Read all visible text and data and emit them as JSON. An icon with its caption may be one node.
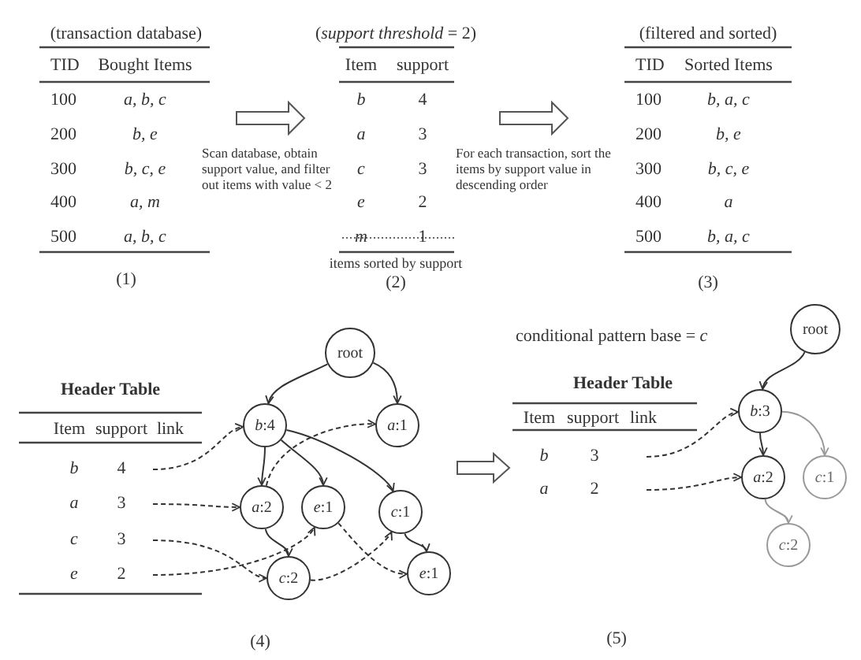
{
  "diagram": {
    "nodes": [
      {
        "text": [
          "root"
        ]
      },
      {
        "text": [
          "*b*:4"
        ]
      },
      {
        "text": [
          "*a*:1"
        ]
      },
      {
        "text": [
          "*a*:2"
        ]
      },
      {
        "text": [
          "*e*:1"
        ]
      },
      {
        "text": [
          "*c*:1"
        ]
      },
      {
        "text": [
          "*c*:2"
        ]
      },
      {
        "text": [
          "*e*:1"
        ]
      },
      {
        "text": [
          "root"
        ]
      },
      {
        "text": [
          "*b*:3"
        ]
      },
      {
        "text": [
          "*a*:2"
        ]
      },
      {
        "text": [
          "*c*:1"
        ]
      },
      {
        "text": [
          "*c*:2"
        ]
      }
    ],
    "edges": [
      {
        "from": 0,
        "to": 1,
        "arrow": "to"
      },
      {
        "from": 0,
        "to": 2,
        "arrow": "to"
      },
      {
        "from": 1,
        "to": 3,
        "arrow": "to"
      },
      {
        "from": 1,
        "to": 4,
        "arrow": "to"
      },
      {
        "from": 1,
        "to": 5,
        "arrow": "to"
      },
      {
        "from": 3,
        "to": 6,
        "arrow": "to"
      },
      {
        "from": 5,
        "to": 7,
        "arrow": "to"
      },
      {
        "from": null,
        "to": 1,
        "arrow": "to",
        "style": "dashed"
      },
      {
        "from": null,
        "to": 3,
        "arrow": "to",
        "style": "dashed"
      },
      {
        "from": 3,
        "to": 2,
        "arrow": "to",
        "style": "dashed"
      },
      {
        "from": null,
        "to": 6,
        "arrow": "to",
        "style": "dashed"
      },
      {
        "from": 6,
        "to": 5,
        "arrow": "to",
        "style": "dashed"
      },
      {
        "from": null,
        "to": 4,
        "arrow": "to",
        "style": "dashed"
      },
      {
        "from": 4,
        "to": 7,
        "arrow": "to",
        "style": "dashed"
      },
      {
        "from": 8,
        "to": 9,
        "arrow": "to"
      },
      {
        "from": 9,
        "to": 10,
        "arrow": "to"
      },
      {
        "from": 9,
        "to": 11,
        "arrow": "to",
        "color": "#999999"
      },
      {
        "from": 10,
        "to": 12,
        "arrow": "to",
        "color": "#999999"
      },
      {
        "from": null,
        "to": 9,
        "arrow": "to",
        "style": "dashed"
      },
      {
        "from": null,
        "to": 10,
        "arrow": "to",
        "style": "dashed"
      }
    ],
    "labels": [
      "(transaction database)",
      "TID",
      "Bought Items",
      "100",
      "a, b, c",
      "200",
      "b, e",
      "300",
      "b, c, e",
      "400",
      "a, m",
      "500",
      "a, b, c",
      "(1)",
      "Scan database, obtain support value, and filter out items with value < 2",
      "(*support threshold* = 2)",
      "Item",
      "support",
      "b",
      "4",
      "a",
      "3",
      "c",
      "3",
      "e",
      "2",
      "m",
      "1",
      "items sorted by support",
      "(2)",
      "For each transaction, sort the items by support value in descending order",
      "(filtered and sorted)",
      "TID",
      "Sorted Items",
      "100",
      "b, a, c",
      "200",
      "b, e",
      "300",
      "b, c, e",
      "400",
      "a",
      "500",
      "b, a, c",
      "(3)",
      "Header Table",
      "Item",
      "support",
      "link",
      "b",
      "4",
      "a",
      "3",
      "c",
      "3",
      "e",
      "2",
      "(4)",
      "conditional pattern base = *c*",
      "Header Table",
      "Item",
      "support",
      "link",
      "b",
      "3",
      "a",
      "2",
      "(5)"
    ]
  }
}
